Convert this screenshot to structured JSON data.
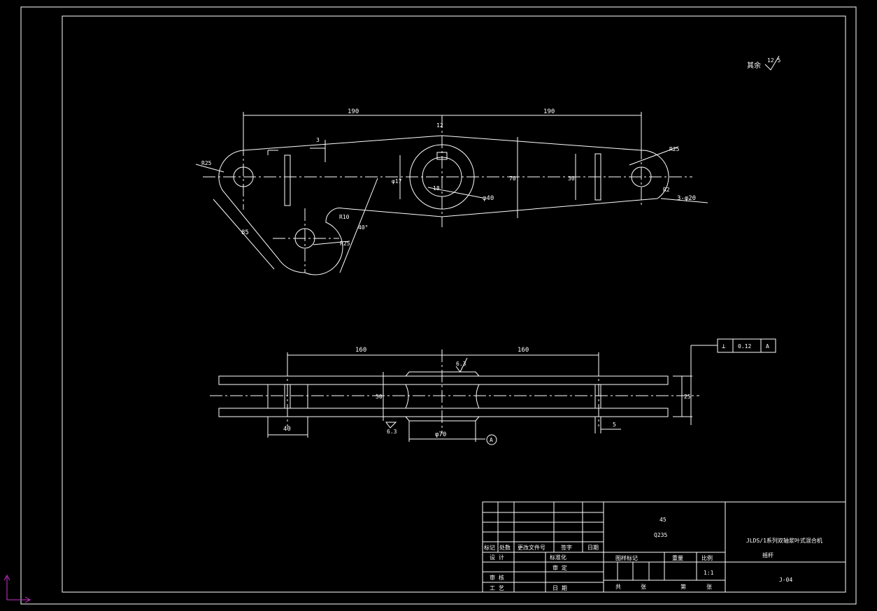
{
  "colors": {
    "background": "#000000",
    "line": "#ffffff",
    "ucs": "#cc33cc"
  },
  "roughness": {
    "label": "其余",
    "value": "12.5"
  },
  "front_view": {
    "dim_left_top": "190",
    "dim_right_top": "190",
    "r_left": "R25",
    "r_right": "R25",
    "r_lower": "R25",
    "r_notch": "R10",
    "dim_diag": "85",
    "angle": "40°",
    "dia_hub": "φ40",
    "dim_hub_h": "φ17",
    "dim_key": "12",
    "dim_arm_left": "70",
    "dim_arm_right": "30",
    "dim_step": "3",
    "holes": "3-φ20",
    "r_tip": "R2",
    "dim_slot": "18"
  },
  "top_view": {
    "dim_left": "160",
    "dim_right": "160",
    "rough_top": "6.3",
    "rough_bottom": "6.3",
    "dim_height": "50",
    "dim_width": "40",
    "dia_bottom": "φ70",
    "datum": "A",
    "dim_gap": "5",
    "dim_thick": "25",
    "tol_symbol": "⊥",
    "tol_value": "0.12",
    "tol_datum": "A"
  },
  "title_block": {
    "row_labels": [
      "标记",
      "处数",
      "更改文件号",
      "签字",
      "日期"
    ],
    "design": "设 计",
    "standard": "标准化",
    "review": "审 核",
    "process": "工 艺",
    "approve": "审 定",
    "date": "日 期",
    "material_1": "45",
    "material_2": "Q235",
    "stage_label": "图样标记",
    "weight_label": "重量",
    "scale_label": "比例",
    "scale_value": "1:1",
    "sheets": "共",
    "sheet_word": "张",
    "page": "第",
    "page_word": "张",
    "title_1": "JLDS/1系列双轴浆叶式混合机",
    "title_2": "摇杆",
    "drawing_no": "J-04"
  }
}
